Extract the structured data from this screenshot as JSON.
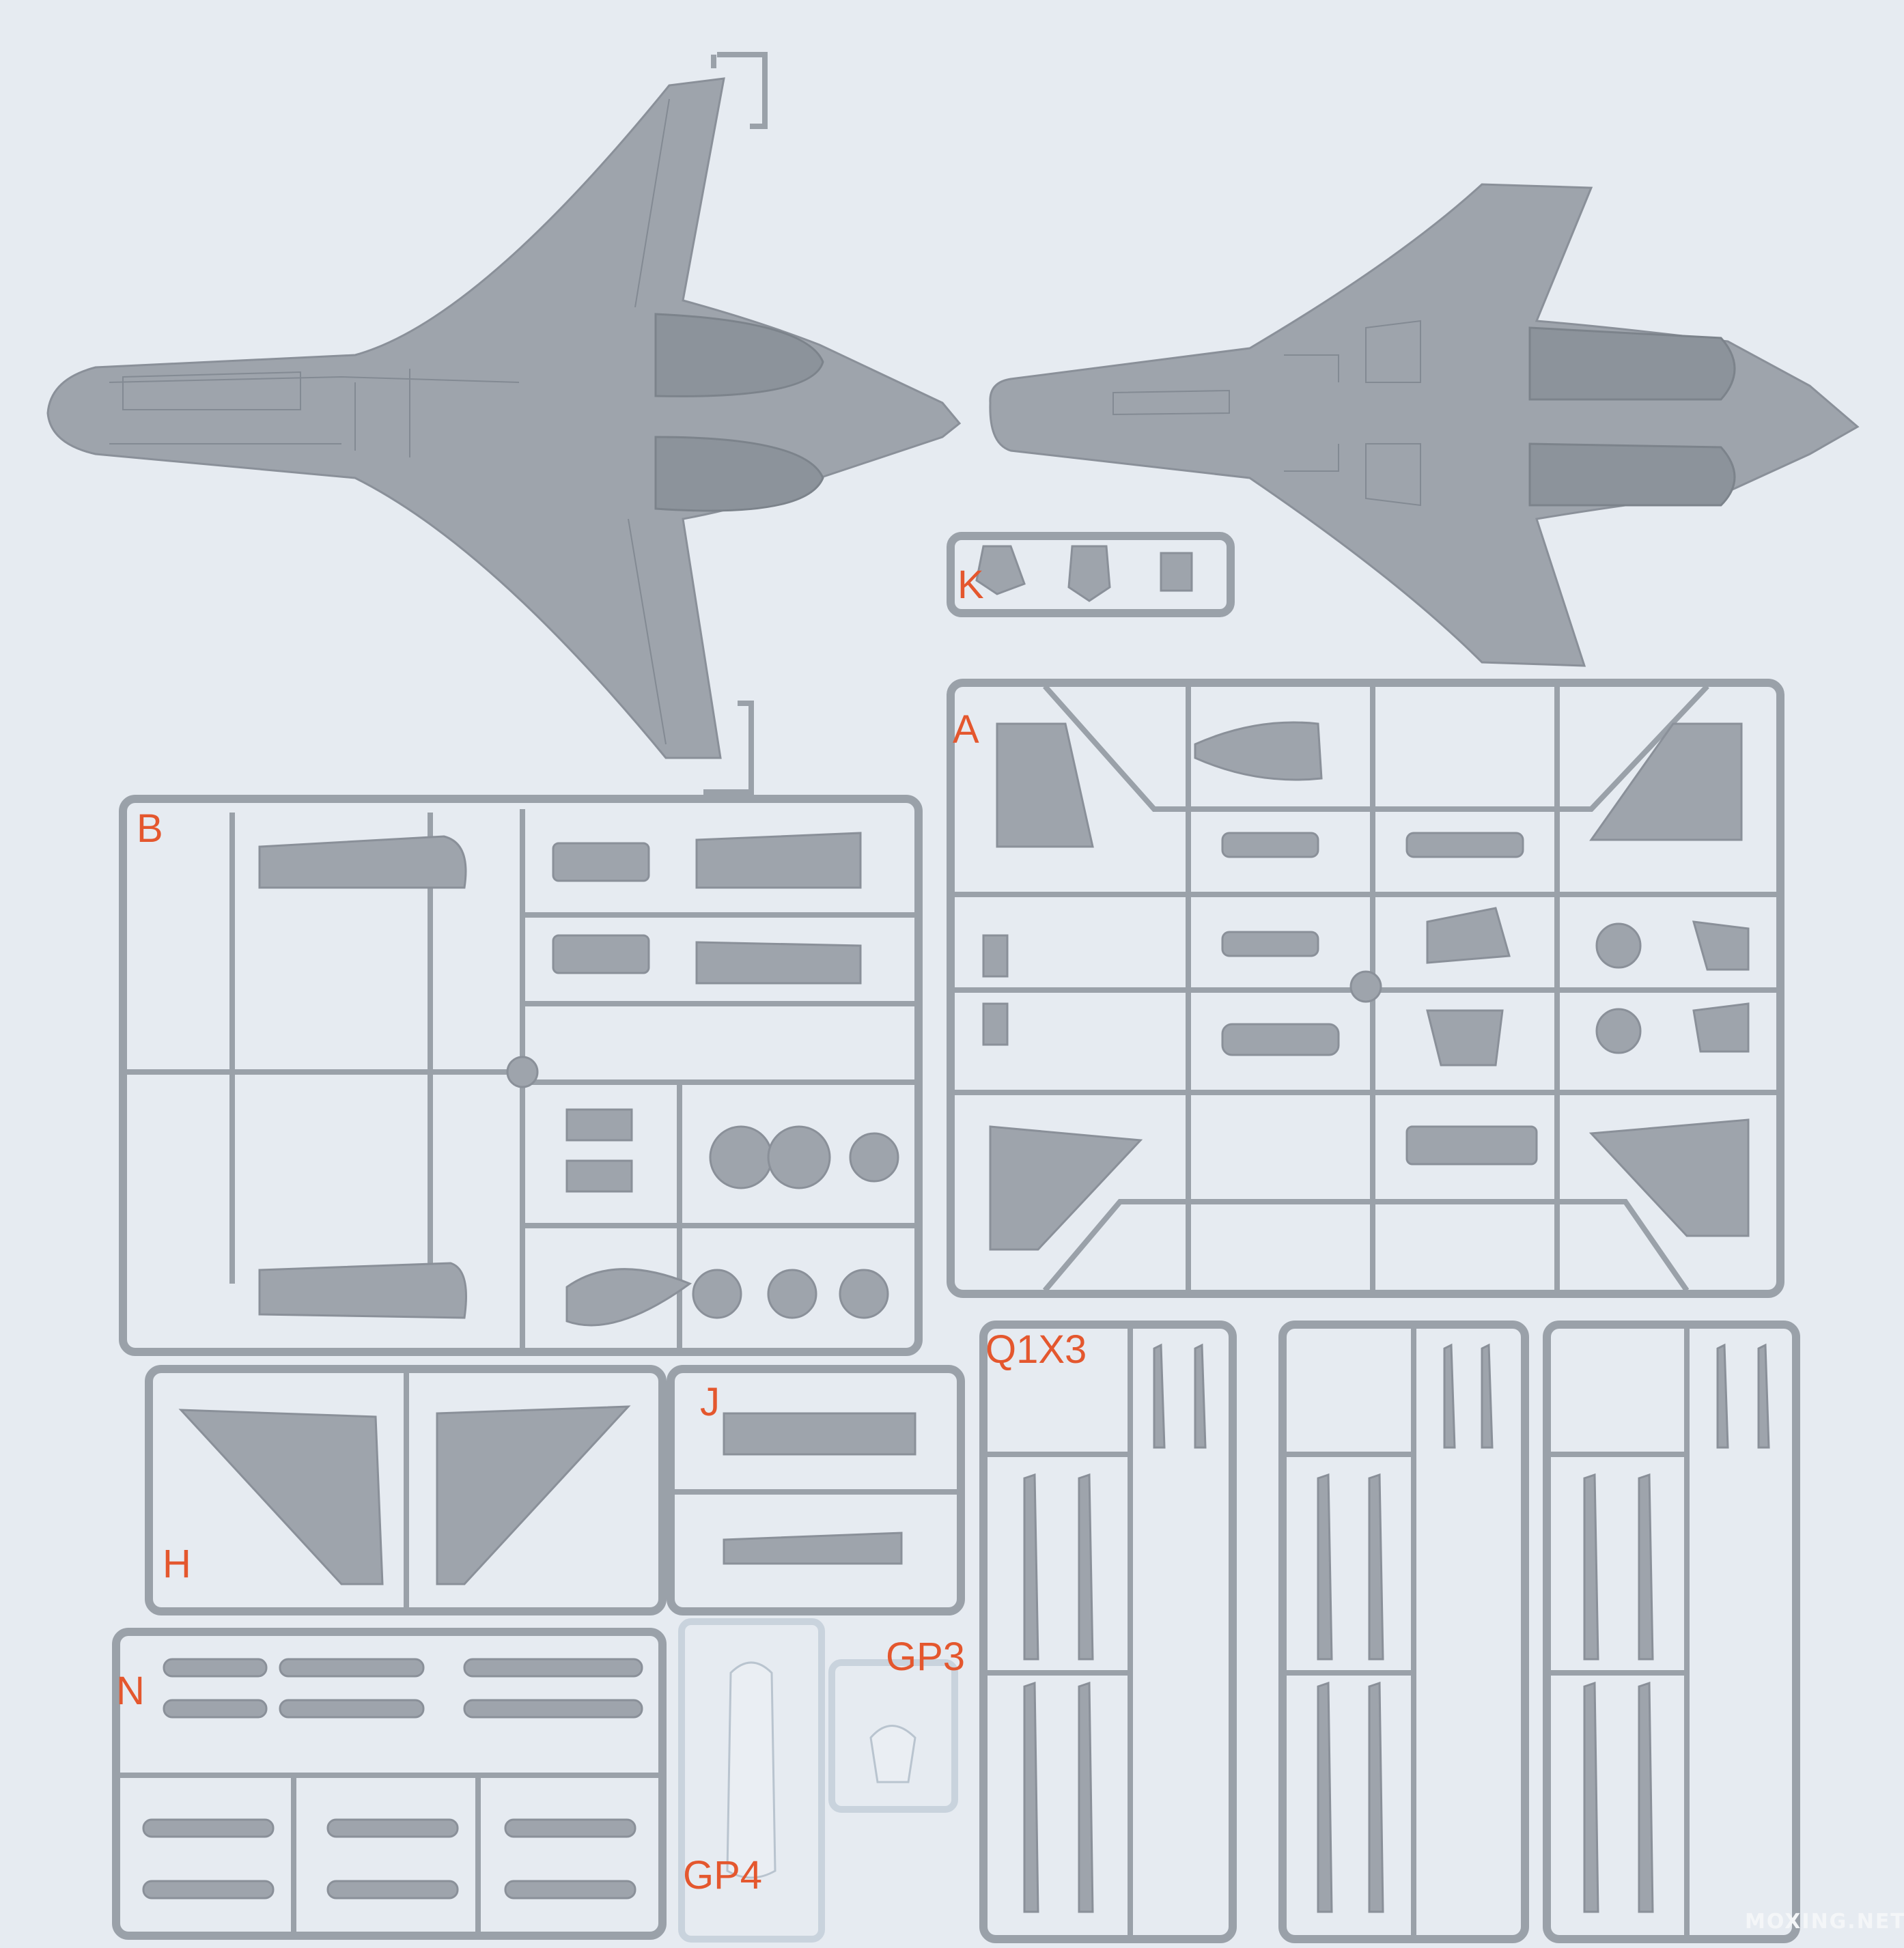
{
  "photo": {
    "subject": "plastic model kit sprues",
    "background_color": "#e6ebf1",
    "label_color": "#e4572e"
  },
  "labels": {
    "K": "K",
    "A": "A",
    "B": "B",
    "Q": "Q1X3",
    "J": "J",
    "H": "H",
    "GP3": "GP3",
    "N": "N",
    "GP4": "GP4"
  },
  "watermark": "MOXING.NET"
}
